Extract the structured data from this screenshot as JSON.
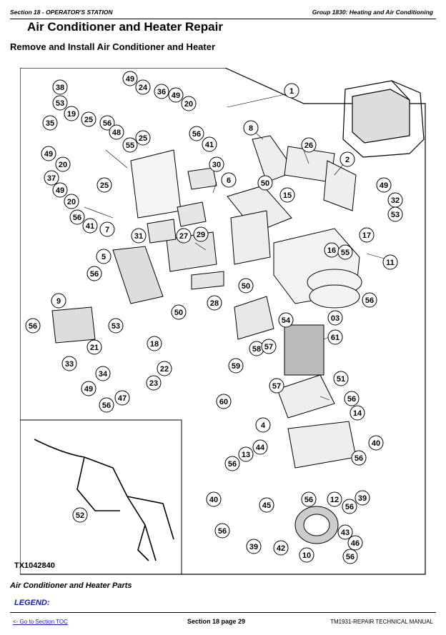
{
  "header": {
    "section": "Section 18 - OPERATOR'S STATION",
    "group": "Group 1830: Heating and Air Conditioning"
  },
  "title": "Air Conditioner and Heater Repair",
  "subtitle": "Remove and Install Air Conditioner and Heater",
  "figure": {
    "id_label": "TX1042840",
    "caption": "Air Conditioner and Heater Parts",
    "callouts": [
      "38",
      "49",
      "24",
      "36",
      "49",
      "20",
      "53",
      "19",
      "56",
      "48",
      "1",
      "35",
      "25",
      "25",
      "56",
      "41",
      "8",
      "26",
      "2",
      "49",
      "20",
      "55",
      "30",
      "37",
      "49",
      "25",
      "6",
      "50",
      "20",
      "49",
      "15",
      "56",
      "41",
      "7",
      "31",
      "27",
      "29",
      "32",
      "53",
      "17",
      "5",
      "16",
      "55",
      "11",
      "56",
      "50",
      "9",
      "28",
      "50",
      "54",
      "03",
      "56",
      "56",
      "53",
      "18",
      "61",
      "21",
      "33",
      "34",
      "22",
      "23",
      "58",
      "57",
      "59",
      "57",
      "60",
      "51",
      "56",
      "49",
      "47",
      "56",
      "14",
      "4",
      "40",
      "44",
      "13",
      "56",
      "56",
      "12",
      "39",
      "52",
      "40",
      "45",
      "56",
      "56",
      "43",
      "46",
      "42",
      "10",
      "39",
      "56",
      "56"
    ]
  },
  "legend_label": "LEGEND:",
  "footer": {
    "toc_link": "<- Go to Section TOC",
    "page": "Section 18 page 29",
    "manual": "TM1931-REPAIR TECHNICAL MANUAL"
  }
}
